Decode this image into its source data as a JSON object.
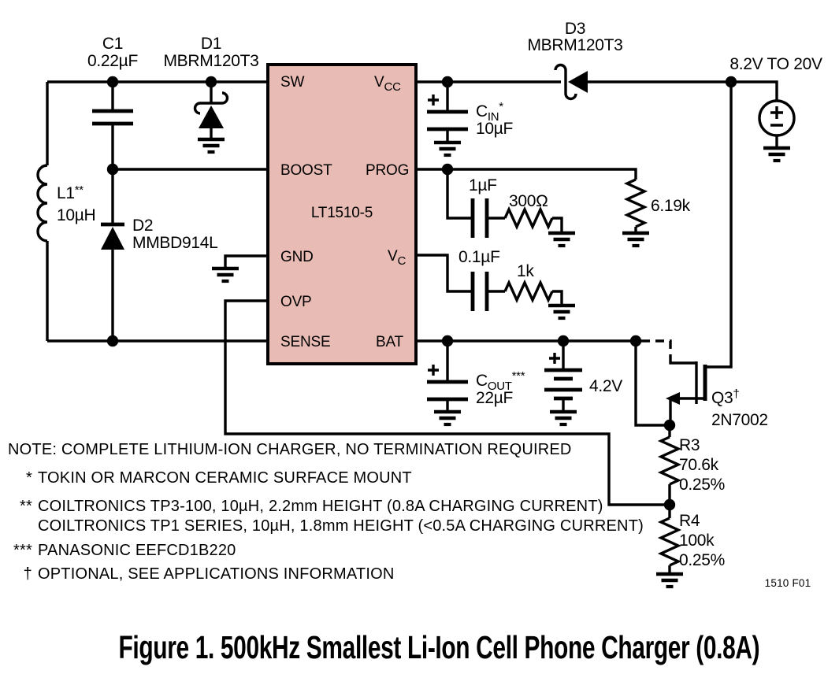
{
  "supply": {
    "label": "8.2V TO 20V",
    "symbol": "±"
  },
  "ic": {
    "name": "LT1510-5",
    "fill_color": "#e8bcb4",
    "pin_sw": "SW",
    "pin_boost": "BOOST",
    "pin_gnd": "GND",
    "pin_ovp": "OVP",
    "pin_sense": "SENSE",
    "pin_vcc_main": "V",
    "pin_vcc_sub": "CC",
    "pin_prog": "PROG",
    "pin_vc_main": "V",
    "pin_vc_sub": "C",
    "pin_bat": "BAT"
  },
  "components": {
    "c1": {
      "ref": "C1",
      "value": "0.22µF"
    },
    "d1": {
      "ref": "D1",
      "part": "MBRM120T3"
    },
    "d2": {
      "ref": "D2",
      "part": "MMBD914L"
    },
    "d3": {
      "ref": "D3",
      "part": "MBRM120T3"
    },
    "l1": {
      "ref": "L1",
      "ref_sup": "**",
      "value": "10µH"
    },
    "cin": {
      "ref_main": "C",
      "ref_sub": "IN",
      "ref_sup": "*",
      "value": "10µF"
    },
    "cout": {
      "ref_main": "C",
      "ref_sub": "OUT",
      "ref_sup": "***",
      "value": "22µF"
    },
    "c_prog": {
      "value": "1µF"
    },
    "r_prog": {
      "value": "300Ω"
    },
    "r_div": {
      "value": "6.19k"
    },
    "c_vc": {
      "value": "0.1µF"
    },
    "r_vc": {
      "value": "1k"
    },
    "battery": {
      "value": "4.2V"
    },
    "q3": {
      "ref": "Q3",
      "ref_sup": "†",
      "part": "2N7002"
    },
    "r3": {
      "ref": "R3",
      "value": "70.6k",
      "tolerance": "0.25%"
    },
    "r4": {
      "ref": "R4",
      "value": "100k",
      "tolerance": "0.25%"
    }
  },
  "notes": [
    {
      "bullet": "",
      "text": "NOTE: COMPLETE LITHIUM-ION CHARGER, NO TERMINATION REQUIRED"
    },
    {
      "bullet": "*",
      "text": "TOKIN OR MARCON CERAMIC SURFACE MOUNT"
    },
    {
      "bullet": "**",
      "text": "COILTRONICS TP3-100, 10µH, 2.2mm HEIGHT (0.8A CHARGING CURRENT)"
    },
    {
      "bullet": "",
      "text": "COILTRONICS TP1 SERIES, 10µH, 1.8mm HEIGHT (<0.5A CHARGING CURRENT)"
    },
    {
      "bullet": "***",
      "text": "PANASONIC EEFCD1B220"
    },
    {
      "bullet": "†",
      "text": "OPTIONAL, SEE APPLICATIONS INFORMATION"
    }
  ],
  "figure_id": "1510 F01",
  "caption": "Figure 1. 500kHz Smallest Li-Ion Cell Phone Charger (0.8A)"
}
